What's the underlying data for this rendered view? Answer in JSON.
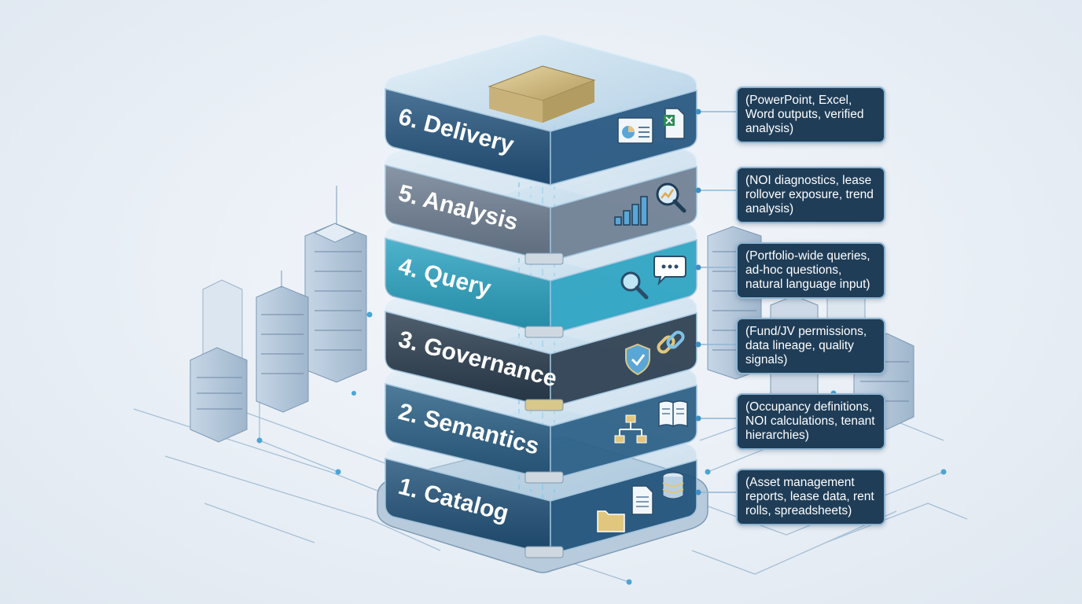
{
  "layers": [
    {
      "label": "1. Catalog",
      "description": "(Asset management reports, lease data, rent rolls, spreadsheets)",
      "color": "#21527a",
      "icons": [
        "folder-icon",
        "document-icon",
        "database-icon"
      ]
    },
    {
      "label": "2. Semantics",
      "description": "(Occupancy definitions, NOI calculations, tenant hierarchies)",
      "color": "#2a5f86",
      "icons": [
        "hierarchy-icon",
        "book-icon"
      ]
    },
    {
      "label": "3. Governance",
      "description": "(Fund/JV permissions, data lineage, quality signals)",
      "color": "#2b3d4f",
      "icons": [
        "shield-check-icon",
        "chain-link-icon"
      ]
    },
    {
      "label": "4. Query",
      "description": "(Portfolio-wide queries, ad-hoc questions, natural language input)",
      "color": "#2aa3c2",
      "icons": [
        "magnifier-icon",
        "chat-bubble-icon"
      ]
    },
    {
      "label": "5. Analysis",
      "description": "(NOI diagnostics, lease rollover exposure, trend analysis)",
      "color": "#6e7f93",
      "icons": [
        "bar-chart-icon",
        "magnifier-chart-icon"
      ]
    },
    {
      "label": "6. Delivery",
      "description": "(PowerPoint, Excel, Word outputs, verified analysis)",
      "color": "#24557f",
      "icons": [
        "presentation-icon",
        "excel-file-icon"
      ]
    }
  ],
  "accents": {
    "gold": "#c9b27a",
    "glow": "#5fc8f0",
    "callout_bg": "#1f3d57",
    "callout_border": "#8fb6d3"
  }
}
